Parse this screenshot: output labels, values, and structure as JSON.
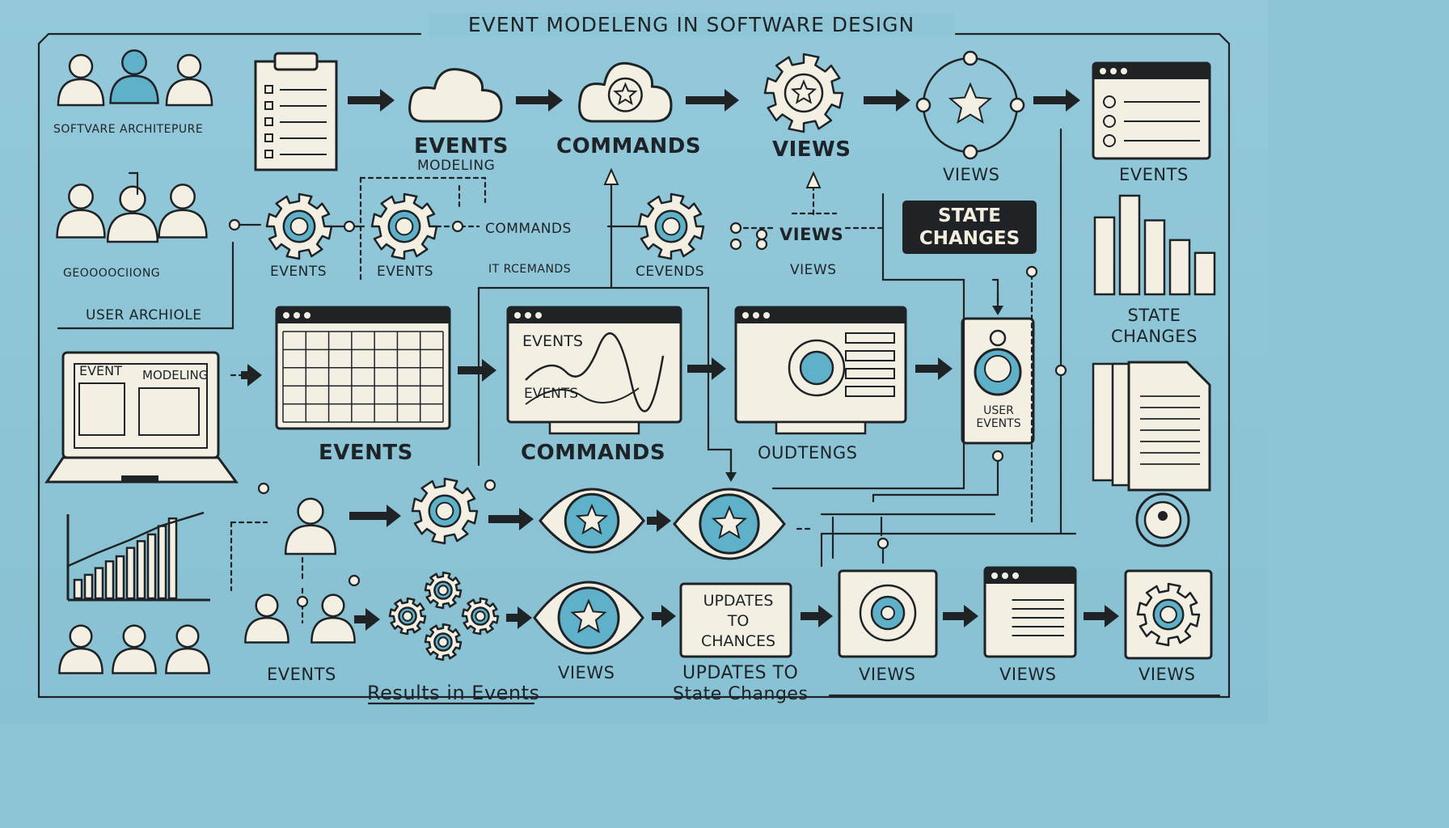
{
  "title": "EVENT MODELENG IN SOFTWARE DESIGN",
  "labels": {
    "software_architepure": "SOFTVARE ARCHITEPURE",
    "events_modeling_top": "EVENTS",
    "modeling_sub": "MODELING",
    "commands_top": "COMMANDS",
    "views_top": "VIEWS",
    "views_top_right": "VIEWS",
    "events_top_right": "EVENTS",
    "state_changes_badge": "STATE\nCHANGES",
    "state_changes_right": "STATE\nCHANGES",
    "geoo": "GEOOOOCIIONG",
    "user_archiole": "USER ARCHIOLE",
    "events_row2_a": "EVENTS",
    "events_row2_b": "EVENTS",
    "commands_row2": "COMMANDS",
    "it_rcemands": "IT RCEMANDS",
    "cevends": "CEVENDS",
    "views_row2": "VIEWS",
    "views_row2_small": "VIEWS",
    "events_mid": "EVENTS",
    "commands_mid": "COMMANDS",
    "oudtengs": "OUDTENGS",
    "user_events": "USER\nEVENTS",
    "laptop_event": "EVENT",
    "laptop_modeling": "MODELING",
    "monitor_events_a": "EVENTS",
    "monitor_events_b": "EVENTS",
    "updates_box": "UPDATES\nTO\nCHANCES",
    "events_bottom": "EVENTS",
    "results_in_events": "Results in Events",
    "views_bottom_1": "VIEWS",
    "updates_to_state": "UPDATES TO\nState Changes",
    "views_bottom_2": "VIEWS",
    "views_bottom_3": "VIEWS",
    "views_bottom_4": "VIEWS"
  },
  "colors": {
    "background": "#8ec5d6",
    "ink": "#1f2326",
    "paper": "#f4efe3",
    "accent": "#5fb0c9"
  }
}
